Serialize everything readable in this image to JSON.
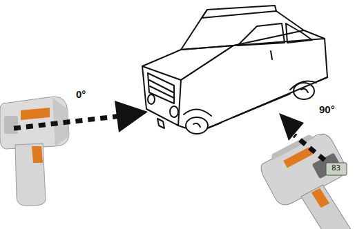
{
  "diagram": {
    "labels": [
      "0°",
      "90°",
      "83"
    ]
  }
}
